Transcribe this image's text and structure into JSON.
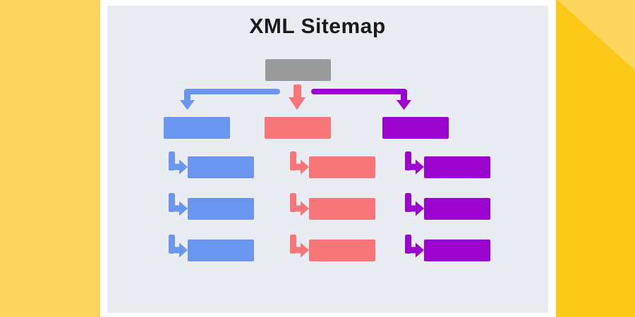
{
  "title": "XML Sitemap",
  "colors": {
    "page-bg": "#ffffff",
    "side-yellow": "#fcd55c",
    "corner-yellow-dark": "#fbc916",
    "panel-bg": "#e9ecf2",
    "root-gray": "#9a9a9a",
    "branch-blue": "#6b96f0",
    "branch-red": "#f87578",
    "branch-purple": "#9b03ce",
    "title-color": "#1a1a1a"
  },
  "diagram": {
    "type": "tree",
    "root": {
      "name": "sitemap-root",
      "color": "#9a9a9a",
      "label": ""
    },
    "branches": [
      {
        "name": "branch-1",
        "color": "#6b96f0",
        "label": "",
        "children": 3
      },
      {
        "name": "branch-2",
        "color": "#f87578",
        "label": "",
        "children": 3
      },
      {
        "name": "branch-3",
        "color": "#9b03ce",
        "label": "",
        "children": 3
      }
    ],
    "connector_style": "elbow-arrows"
  }
}
